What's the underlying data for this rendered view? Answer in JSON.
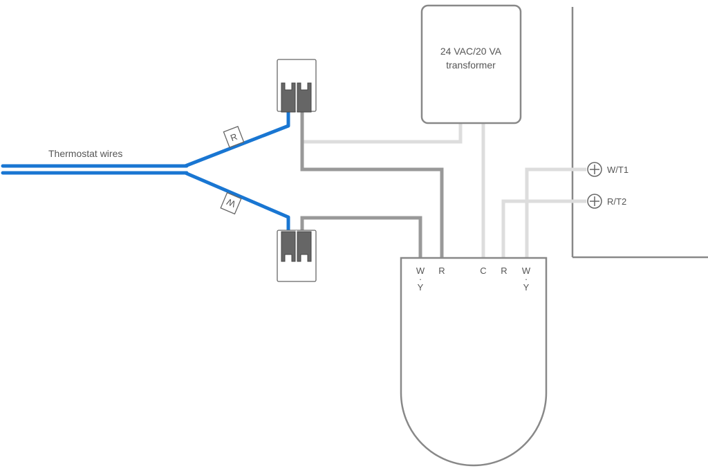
{
  "diagram": {
    "thermostat_wires_label": "Thermostat wires",
    "wire_tags": {
      "r": "R",
      "w": "W"
    },
    "transformer": {
      "line1": "24 VAC/20 VA",
      "line2": "transformer"
    },
    "terminals": {
      "w_t1": "W/T1",
      "r_t2": "R/T2"
    },
    "device_terminals": {
      "wy_left_w": "W",
      "wy_left_dot": "·",
      "wy_left_y": "Y",
      "r_left": "R",
      "c": "C",
      "r_right": "R",
      "wy_right_w": "W",
      "wy_right_dot": "·",
      "wy_right_y": "Y"
    },
    "colors": {
      "thermostat_wire": "#1976d2",
      "dark_wire": "#999999",
      "light_wire": "#dddddd",
      "outline": "#888888",
      "connector": "#666666"
    }
  }
}
